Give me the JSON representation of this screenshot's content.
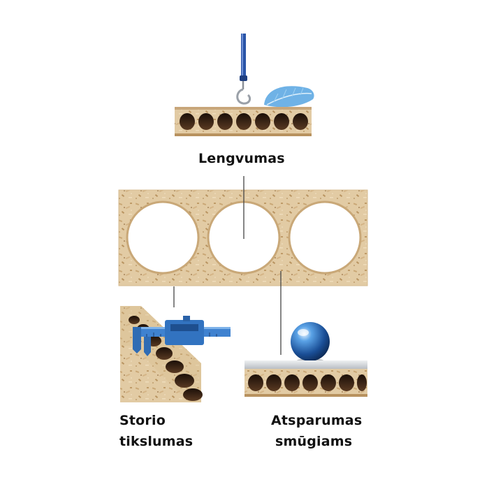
{
  "labels": {
    "lightness": "Lengvumas",
    "thickness_line1": "Storio",
    "thickness_line2": "tikslumas",
    "impact_line1": "Atsparumas",
    "impact_line2": "smūgiams"
  },
  "colors": {
    "board": "#e0c9a2",
    "board_edge": "#c9a87a",
    "hole_dark": "#3a2216",
    "hook_blue": "#2a55a8",
    "feather": "#6fb2e6",
    "caliper": "#3f82d0",
    "ball": "#1f6fc2",
    "laminate": "#d9dde1",
    "line": "#444444"
  },
  "icons": [
    "hook-icon",
    "feather-icon",
    "caliper-icon",
    "steel-ball-icon"
  ]
}
